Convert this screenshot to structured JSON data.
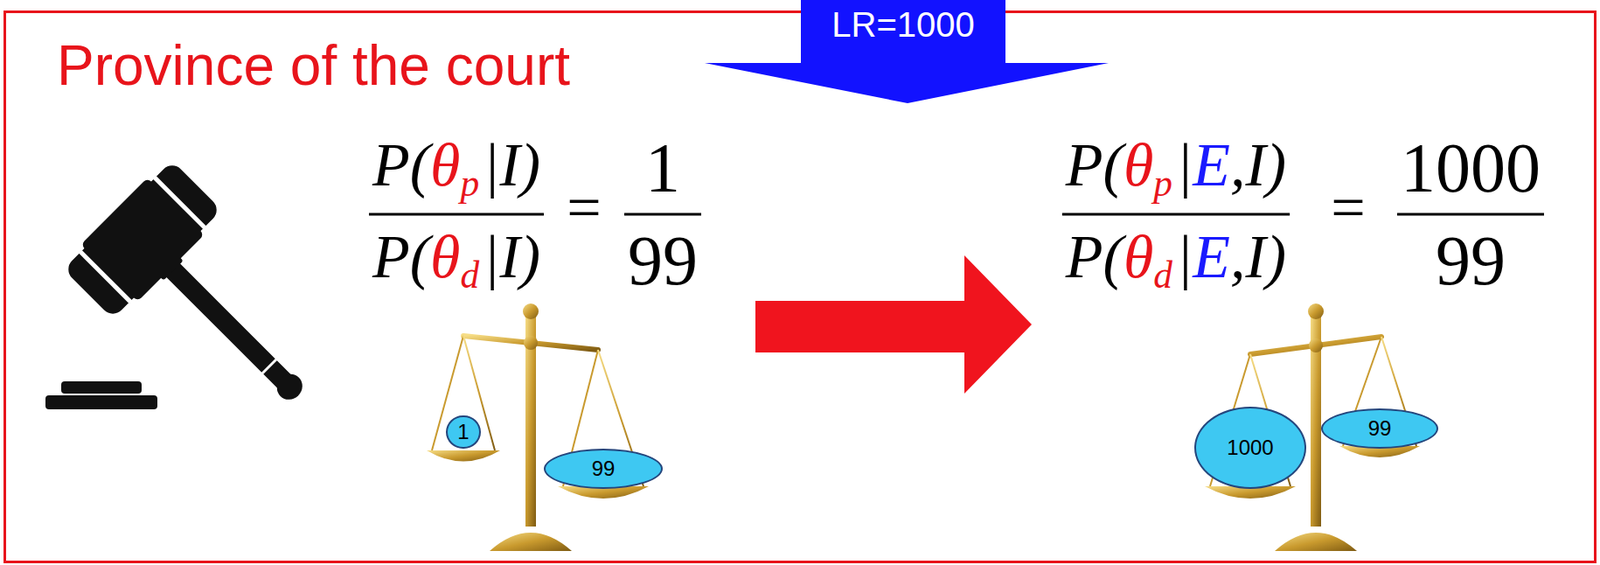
{
  "diagram": {
    "nodes": [
      {
        "text": [
          "Province of the court"
        ]
      },
      {
        "text": [
          "LR=1000"
        ]
      },
      {
        "text": [
          "1"
        ],
        "in": 0
      },
      {
        "text": [
          "99"
        ],
        "in": 0
      },
      {
        "text": [
          "1000"
        ],
        "in": 0
      },
      {
        "text": [
          "99"
        ],
        "in": 0
      }
    ],
    "labels": [
      "P(",
      "θ",
      "p",
      "|I)",
      "P(",
      "θ",
      "d",
      "|I)",
      "=",
      "1",
      "99",
      "P(",
      "θ",
      "p",
      "|",
      "E",
      ",I)",
      "P(",
      "θ",
      "d",
      "|",
      "E",
      ",I)",
      "=",
      "1000",
      "99"
    ]
  }
}
